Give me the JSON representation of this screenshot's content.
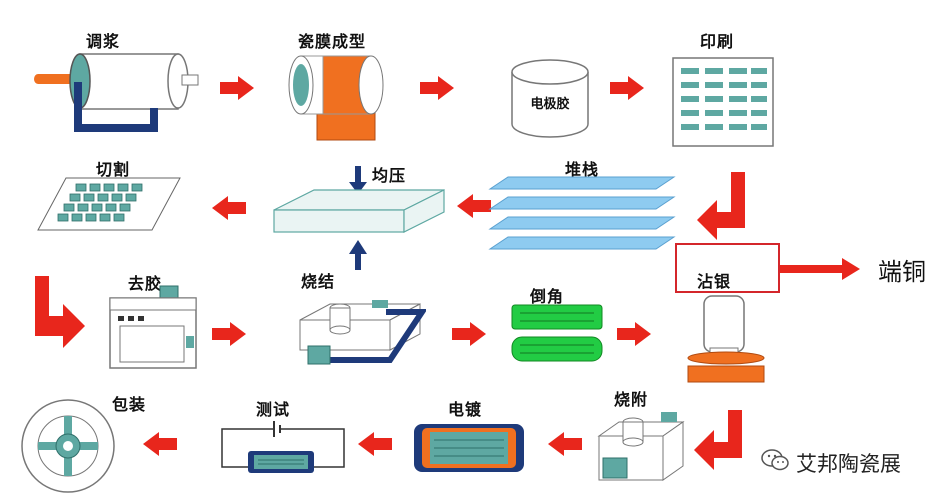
{
  "steps": {
    "tiaojiang": "调浆",
    "cimo": "瓷膜成型",
    "dianjijiao": "电极胶",
    "yinshua": "印刷",
    "qiege": "切割",
    "junya": "均压",
    "duizhan": "堆栈",
    "zhanyin": "沾银",
    "qujiao": "去胶",
    "shaojie": "烧结",
    "daojiao": "倒角",
    "baozhuang": "包装",
    "ceshi": "测试",
    "dianban": "电镀",
    "shaofu": "烧附"
  },
  "side_label": "端铜",
  "watermark": "艾邦陶瓷展",
  "colors": {
    "arrow": "#e8261c",
    "teal": "#5ea8a2",
    "orange": "#f07020",
    "blue": "#8ecbf0",
    "green": "#22cc44",
    "navy": "#1e3a7a"
  }
}
